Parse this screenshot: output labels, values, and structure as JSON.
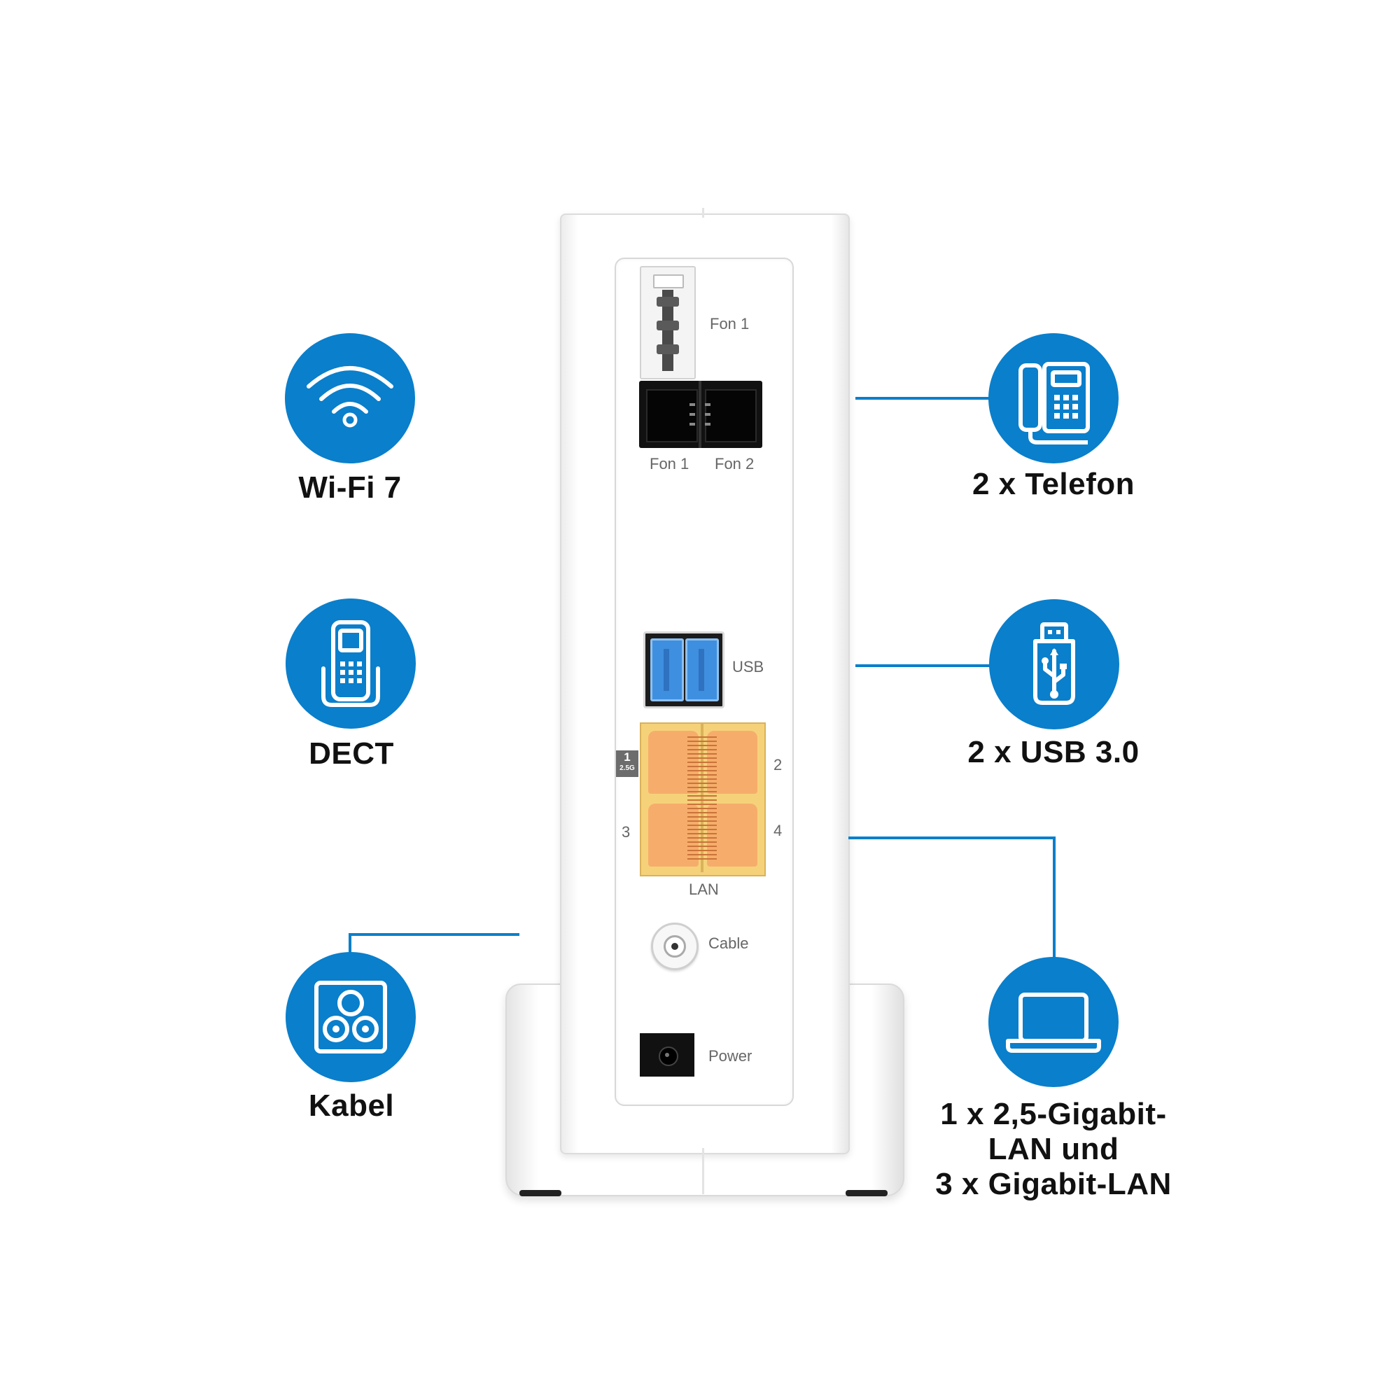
{
  "features": {
    "wifi": {
      "label": "Wi-Fi 7",
      "icon": "wifi-icon"
    },
    "dect": {
      "label": "DECT",
      "icon": "dect-handset-icon"
    },
    "kabel": {
      "label": "Kabel",
      "icon": "cable-socket-icon"
    },
    "telefon": {
      "label": "2 x Telefon",
      "icon": "desk-phone-icon"
    },
    "usb": {
      "label": "2 x USB 3.0",
      "icon": "usb-stick-icon"
    },
    "lan": {
      "lines": [
        "1 x 2,5-Gigabit-",
        "LAN und",
        "3 x Gigabit-LAN"
      ],
      "icon": "laptop-icon"
    }
  },
  "device": {
    "fon1_top": "Fon 1",
    "fon1": "Fon 1",
    "fon2": "Fon 2",
    "usb": "USB",
    "lan_badge_number": "1",
    "lan_badge_speed": "2.5G",
    "lan_port_2": "2",
    "lan_port_3": "3",
    "lan_port_4": "4",
    "lan": "LAN",
    "cable": "Cable",
    "power": "Power"
  },
  "colors": {
    "accent_blue": "#0a7fcb",
    "lan_port_yellow": "#f5d27a",
    "lan_port_orange": "#f6ad6b",
    "usb_blue": "#3f8fe0"
  }
}
